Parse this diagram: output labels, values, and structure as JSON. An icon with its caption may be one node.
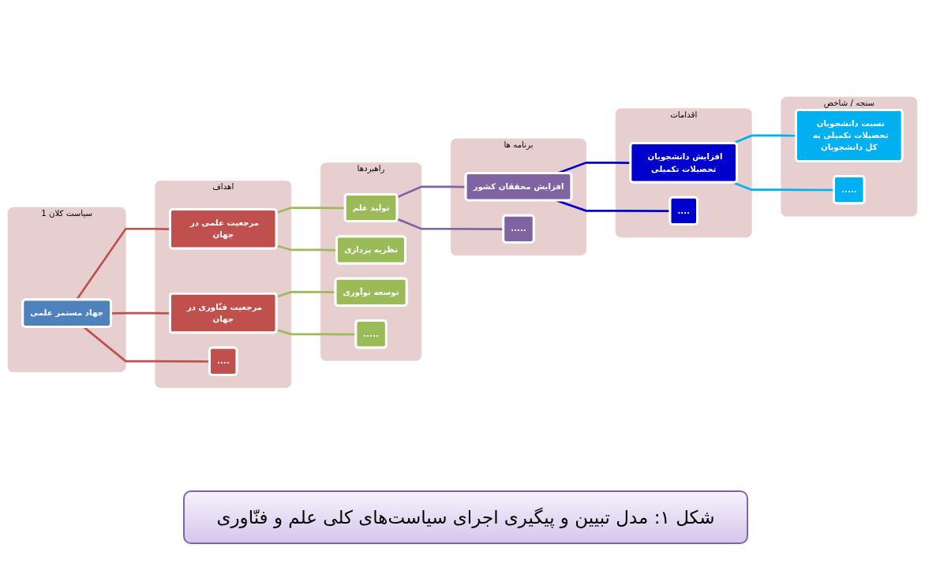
{
  "diagram": {
    "caption": "شکل ۱: مدل تبیین و پیگیری اجرای سیاست‌های کلی علم و فنّاوری",
    "nodes": [
      {
        "text": [
          "سیاست کلان 1"
        ]
      },
      {
        "text": [
          "جهاد مستمر علمی"
        ],
        "in": 0
      },
      {
        "text": [
          "اهداف"
        ]
      },
      {
        "text": [
          "مرجعیت علمی در جهان"
        ],
        "in": 2
      },
      {
        "text": [
          "مرجعیت فنّاوری در جهان"
        ],
        "in": 2
      },
      {
        "text": [
          "...."
        ],
        "in": 2
      },
      {
        "text": [
          "راهبردها"
        ]
      },
      {
        "text": [
          "تولید علم"
        ],
        "in": 6
      },
      {
        "text": [
          "نظریه پردازی"
        ],
        "in": 6
      },
      {
        "text": [
          "توسعه نوآوری"
        ],
        "in": 6
      },
      {
        "text": [
          "....."
        ],
        "in": 6
      },
      {
        "text": [
          "برنامه ها"
        ]
      },
      {
        "text": [
          "افزایش محققان کشور"
        ],
        "in": 11
      },
      {
        "text": [
          "....."
        ],
        "in": 11
      },
      {
        "text": [
          "اقدامات"
        ]
      },
      {
        "text": [
          "افزایش دانشجویان تحصیلات تکمیلی"
        ],
        "in": 14
      },
      {
        "text": [
          "...."
        ],
        "in": 14
      },
      {
        "text": [
          "سنجه / شاخص"
        ]
      },
      {
        "text": [
          "نسبت دانشجویان تحصیلات تکمیلی به کل دانشجویان"
        ],
        "in": 17
      },
      {
        "text": [
          "....."
        ],
        "in": 17
      }
    ],
    "edges": [
      {
        "from": 1,
        "to": 3,
        "arrow": "none",
        "color": "#c0504d"
      },
      {
        "from": 1,
        "to": 4,
        "arrow": "none",
        "color": "#c0504d"
      },
      {
        "from": 1,
        "to": 5,
        "arrow": "none",
        "color": "#c0504d"
      },
      {
        "from": 3,
        "to": 7,
        "arrow": "none",
        "color": "#9bbb59"
      },
      {
        "from": 3,
        "to": 8,
        "arrow": "none",
        "color": "#9bbb59"
      },
      {
        "from": 4,
        "to": 9,
        "arrow": "none",
        "color": "#9bbb59"
      },
      {
        "from": 4,
        "to": 10,
        "arrow": "none",
        "color": "#9bbb59"
      },
      {
        "from": 7,
        "to": 12,
        "arrow": "none",
        "color": "#8064a2"
      },
      {
        "from": 7,
        "to": 13,
        "arrow": "none",
        "color": "#8064a2"
      },
      {
        "from": 12,
        "to": 15,
        "arrow": "none",
        "color": "#0000cc"
      },
      {
        "from": 12,
        "to": 16,
        "arrow": "none",
        "color": "#0000cc"
      },
      {
        "from": 15,
        "to": 18,
        "arrow": "none",
        "color": "#00b0f0"
      },
      {
        "from": 15,
        "to": 19,
        "arrow": "none",
        "color": "#00b0f0"
      }
    ]
  }
}
